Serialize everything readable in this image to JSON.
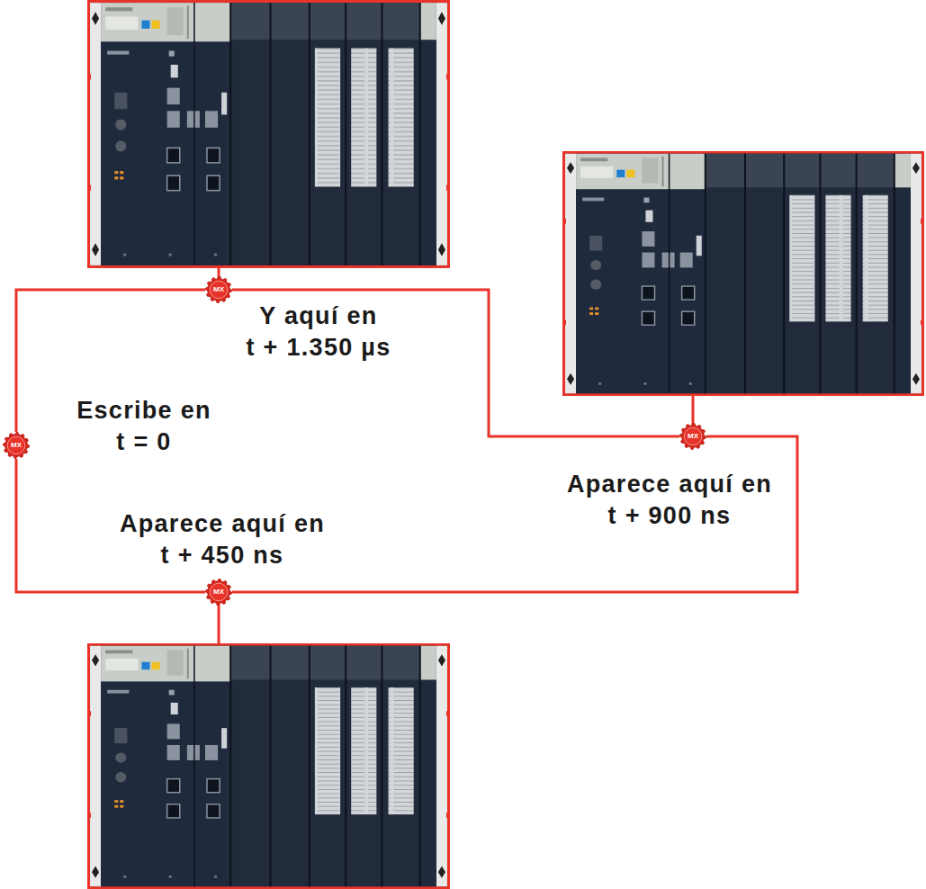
{
  "diagram": {
    "nodes": [
      {
        "text": [
          "MX"
        ]
      },
      {
        "text": [
          "MX"
        ]
      },
      {
        "text": [
          "MX"
        ]
      },
      {
        "text": [
          "MX"
        ]
      }
    ],
    "edges": [
      {
        "from": 0,
        "to": 2,
        "arrow": "none"
      },
      {
        "from": 2,
        "to": 3,
        "arrow": "none"
      },
      {
        "from": 3,
        "to": 1,
        "arrow": "none"
      },
      {
        "from": 1,
        "to": 0,
        "arrow": "none"
      }
    ],
    "labels": [
      "Y aquí en t + 1.350 µs",
      "Escribe en t = 0",
      "Aparece aquí en t + 900 ns",
      "Aparece aquí en t + 450 ns"
    ]
  }
}
